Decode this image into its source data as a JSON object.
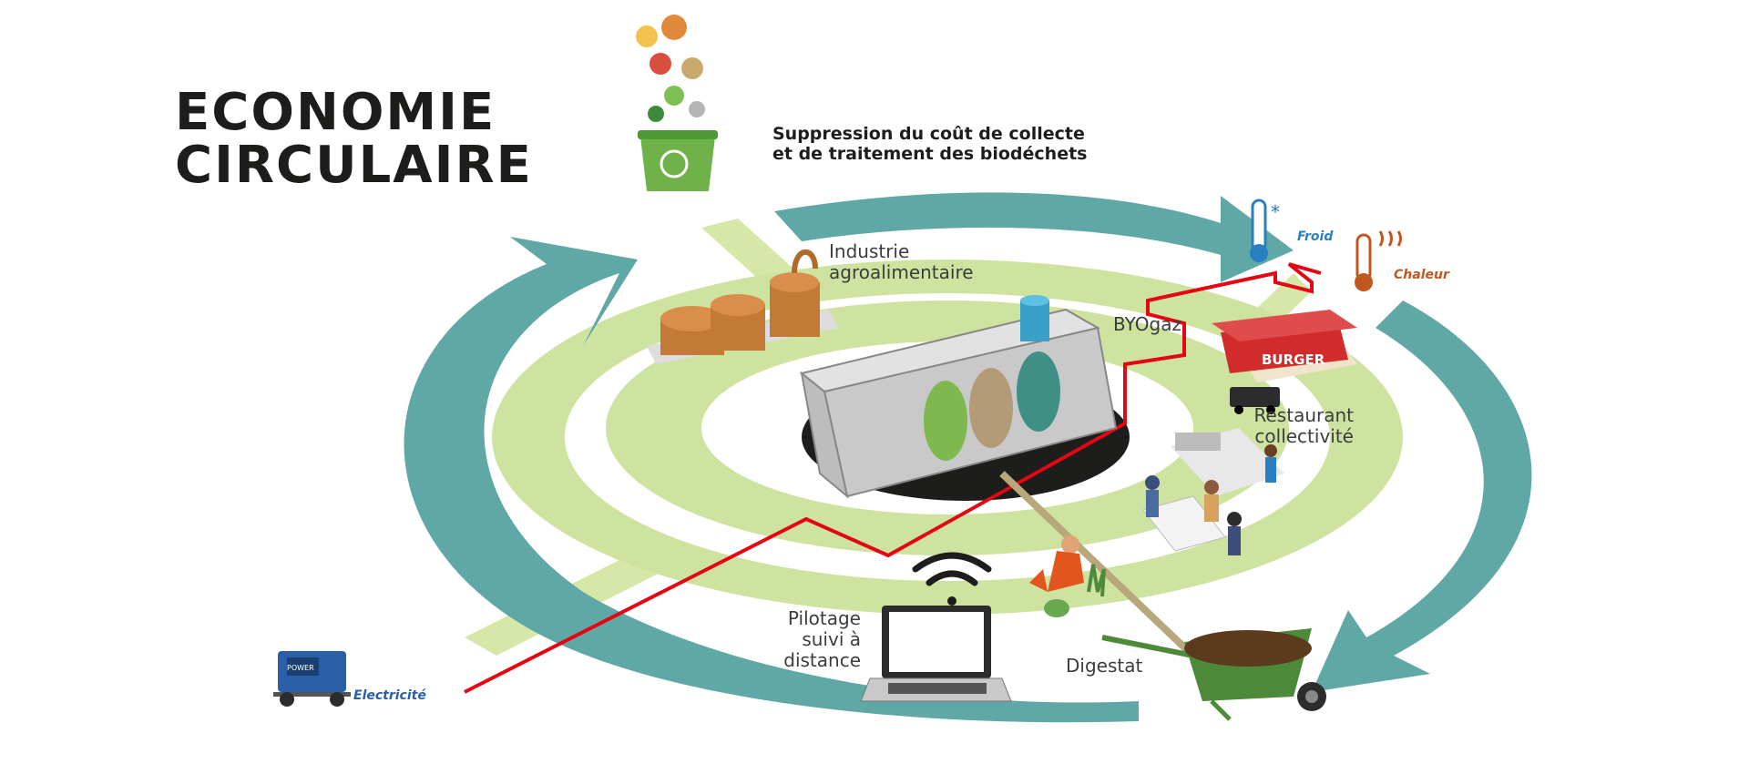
{
  "title": {
    "line1": "ECONOMIE",
    "line2": "CIRCULAIRE"
  },
  "subtitle": "Suppression du coût de collecte et de traitement des biodéchets",
  "labels": {
    "industrie": "Industrie agroalimentaire",
    "byogaz": "BYOgaz",
    "restaurant": "Restaurant collectivité",
    "pilotage": "Pilotage suivi à distance",
    "digestat": "Digestat",
    "froid": "Froid",
    "chaleur": "Chaleur",
    "electricite": "Electricité",
    "burger_sign": "BURGER",
    "generator_brand": "POWER"
  },
  "colors": {
    "teal": "#5fa8a6",
    "light_green": "#cfe3a1",
    "pale_green": "#e6f0cf",
    "red_line": "#e30613",
    "froid": "#2a7fc1",
    "chaleur": "#c0581f",
    "electricite": "#2a5fa8"
  },
  "icons": {
    "container": "biogas-container-icon",
    "bin": "compost-bin-icon",
    "industry": "food-industry-tanks-icon",
    "restaurant": "restaurant-building-icon",
    "laptop": "laptop-icon",
    "wifi": "wifi-icon",
    "wheelbarrow": "wheelbarrow-icon",
    "thermometer_cold": "thermometer-cold-icon",
    "thermometer_hot": "thermometer-hot-icon",
    "generator": "generator-icon"
  }
}
